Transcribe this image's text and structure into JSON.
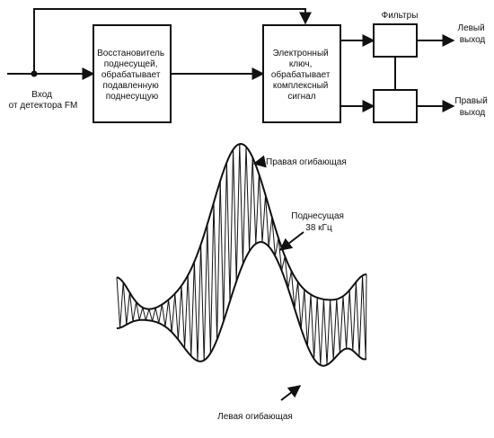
{
  "block_diagram": {
    "input_label": [
      "Вход",
      "от детектора FM"
    ],
    "restorer_box": [
      "Восстановитель",
      "поднесущей,",
      "обрабатывает",
      "подавленную",
      "поднесущую"
    ],
    "switch_box": [
      "Электронный",
      "ключ,",
      "обрабатывает",
      "комплексный",
      "сигнал"
    ],
    "filters_label": "Фильтры",
    "left_output": [
      "Левый",
      "выход"
    ],
    "right_output": [
      "Правый",
      "выход"
    ]
  },
  "waveform": {
    "right_envelope_label": "Правая огибающая",
    "subcarrier_label": [
      "Поднесущая",
      "38 кГц"
    ],
    "left_envelope_label": "Левая огибающая"
  },
  "colors": {
    "ink": "#111111",
    "background": "#ffffff"
  }
}
